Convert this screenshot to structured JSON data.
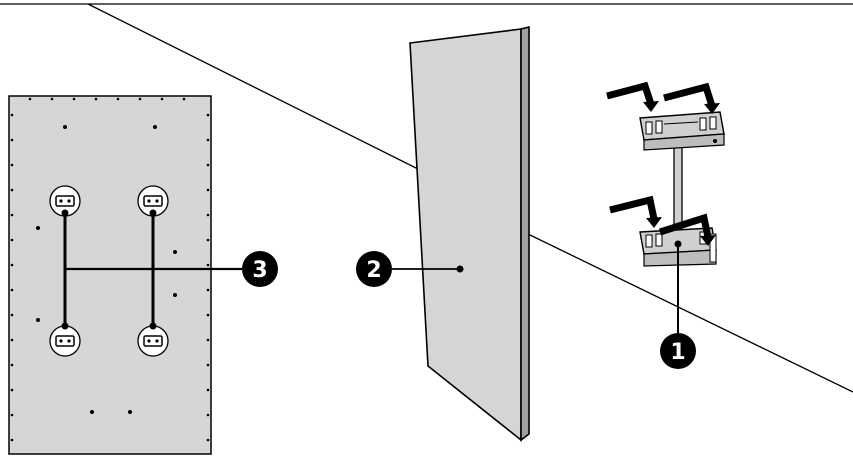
{
  "callouts": [
    {
      "id": "1",
      "label": "1",
      "target": "wall-bracket"
    },
    {
      "id": "2",
      "label": "2",
      "target": "panel-side"
    },
    {
      "id": "3",
      "label": "3",
      "target": "panel-back-mounting-points"
    }
  ],
  "colors": {
    "panel_fill": "#d4d4d4",
    "panel_edge": "#9e9e9e",
    "line": "#000000",
    "bracket_fill": "#d0d0d0",
    "callout_fill": "#000000",
    "callout_text": "#ffffff",
    "background": "#ffffff"
  },
  "icons": {
    "wall_bracket": "wall-mount-bracket-icon",
    "arrows": "bend-arrow-icon",
    "mount_point": "bolt-point-icon"
  }
}
